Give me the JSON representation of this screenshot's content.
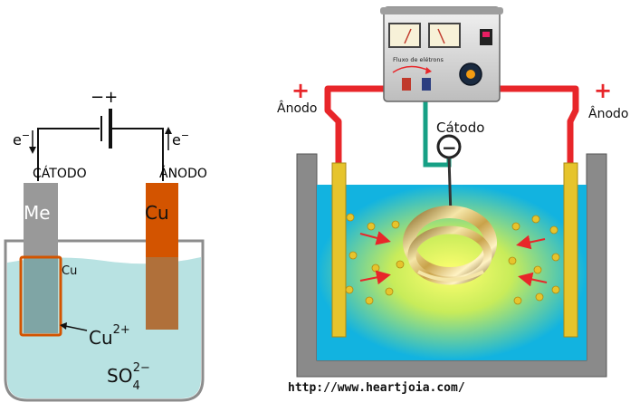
{
  "left_diagram": {
    "battery_signs": "−+",
    "electron_left": "e",
    "electron_right": "e",
    "electron_sup": "−",
    "cathode_label": "CÁTODO",
    "anode_label": "ÁNODO",
    "metal_electrode": "Me",
    "copper_electrode": "Cu",
    "deposit_label": "Cu",
    "ion_label": "Cu",
    "ion_charge": "2+",
    "sulfate_base": "SO",
    "sulfate_sub": "4",
    "sulfate_charge": "2−"
  },
  "right_diagram": {
    "power_supply_text": "Fluxo de elétrons",
    "anode_left_sign": "+",
    "anode_left_label": "Ânodo",
    "anode_right_sign": "+",
    "anode_right_label": "Ânodo",
    "cathode_label": "Cátodo",
    "cathode_sign": "−"
  },
  "footer": {
    "url": "http://www.heartjoia.com/"
  },
  "colors": {
    "solution_left": "#b8e2e2",
    "copper": "#d35400",
    "metal": "#999999",
    "rod_yellow": "#e6c42c",
    "wire_red": "#e8262a",
    "wire_teal": "#16a085",
    "bath_blue": "#12b3e0"
  }
}
